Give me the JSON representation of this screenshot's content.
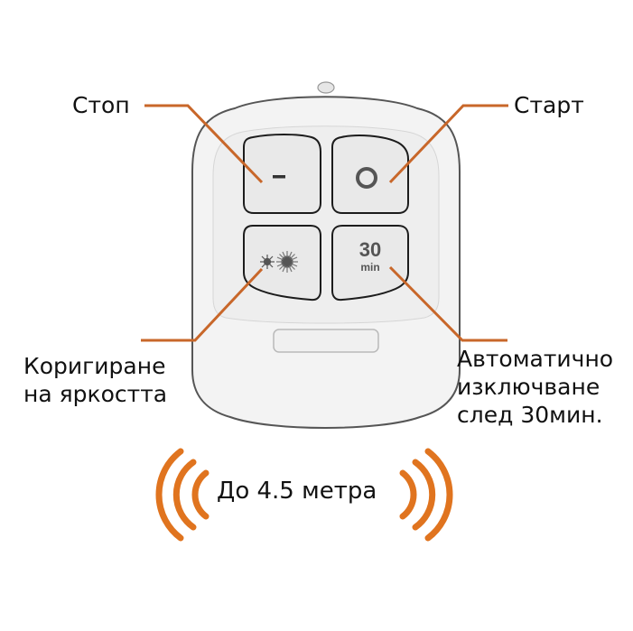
{
  "diagram": {
    "subject": "remote-control",
    "colors": {
      "callout_line": "#c8672a",
      "signal_waves": "#e0741f",
      "remote_body": "#f1f1f1",
      "remote_outline": "#555555",
      "button_face": "#ebebeb",
      "button_outline": "#1c1c1c",
      "text": "#111111"
    },
    "buttons": [
      {
        "id": "stop",
        "symbol": "minus",
        "glyph": "–"
      },
      {
        "id": "start",
        "symbol": "circle",
        "glyph": "O"
      },
      {
        "id": "brightness",
        "symbol": "sun-small-large"
      },
      {
        "id": "timer",
        "symbol": "text",
        "value": "30",
        "unit": "min"
      }
    ],
    "callouts": {
      "stop": "Стоп",
      "start": "Старт",
      "brightness": "Коригиране на яркостта",
      "brightness_lines": [
        "Коригиране",
        "на яркостта"
      ],
      "timer_lines": [
        "Автоматично",
        "изключване",
        "след 30мин."
      ]
    },
    "range": {
      "label": "До 4.5 метра"
    }
  }
}
